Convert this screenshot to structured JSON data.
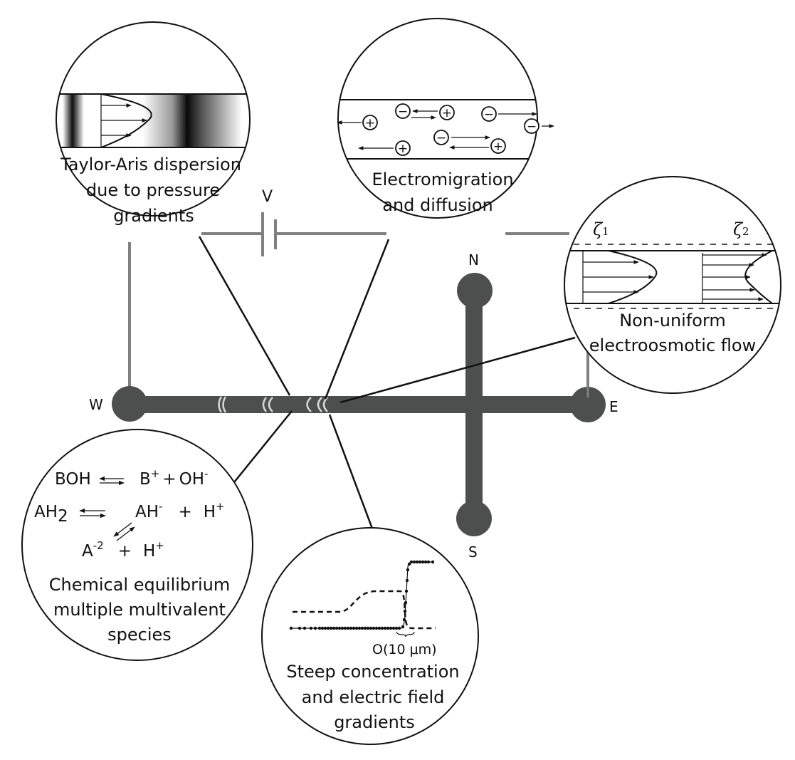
{
  "figure": {
    "channel_color": "#4d4f4f",
    "wire_color": "#808080",
    "ports": {
      "north": "N",
      "south": "S",
      "east": "E",
      "west": "W"
    },
    "voltage_label": "V"
  },
  "insets": {
    "taylor_aris": {
      "caption": [
        "Taylor-Aris dispersion",
        "due to pressure",
        "gradients"
      ]
    },
    "electromigration": {
      "caption": [
        "Electromigration",
        "and diffusion"
      ],
      "positive_ion_symbol": "+",
      "negative_ion_symbol": "−"
    },
    "electroosmotic": {
      "zeta1": {
        "symbol": "ζ",
        "subscript": "1"
      },
      "zeta2": {
        "symbol": "ζ",
        "subscript": "2"
      },
      "caption": [
        "Non-uniform",
        "electroosmotic flow"
      ]
    },
    "chemical_equilibrium": {
      "reaction1": {
        "reactant": "BOH",
        "product1": "B",
        "product1_charge": "+",
        "plus": "+",
        "product2": "OH",
        "product2_charge": "-"
      },
      "reaction2": {
        "reactant": "AH",
        "reactant_sub": "2",
        "product1": "AH",
        "product1_charge": "-",
        "plus": "+",
        "product2": "H",
        "product2_charge": "+"
      },
      "reaction3": {
        "product1": "A",
        "product1_charge": "-2",
        "plus": "+",
        "product2": "H",
        "product2_charge": "+"
      },
      "caption": [
        "Chemical equilibrium",
        "multiple multivalent",
        "species"
      ]
    },
    "steep_gradients": {
      "scale_label": "O(10 μm)",
      "caption": [
        "Steep concentration",
        "and electric field",
        "gradients"
      ]
    }
  }
}
